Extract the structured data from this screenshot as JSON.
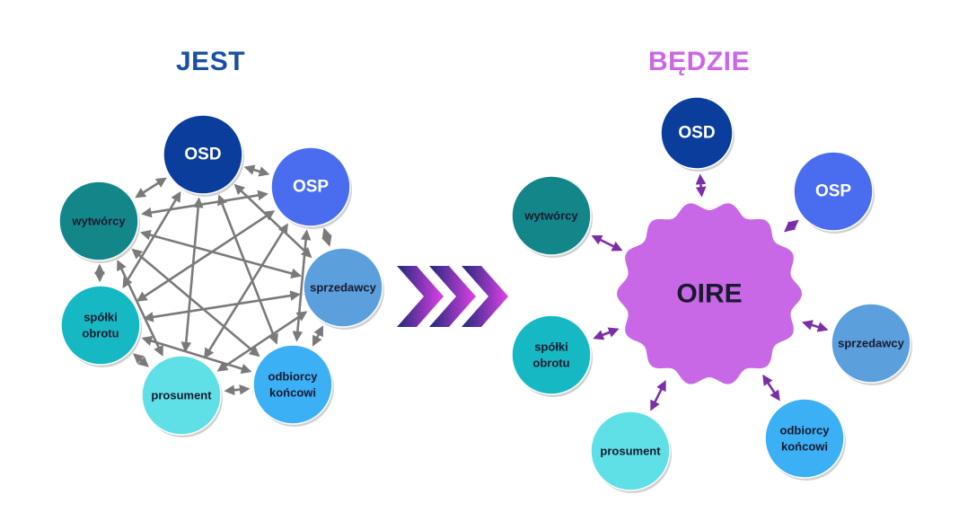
{
  "left": {
    "title": "JEST",
    "title_color": "#1a4fa3",
    "arrow_color": "#7a7a7a",
    "nodes": [
      {
        "id": "osd",
        "lines": [
          "OSD"
        ],
        "color": "#0a3d9c",
        "text_color": "#ffffff"
      },
      {
        "id": "osp",
        "lines": [
          "OSP"
        ],
        "color": "#4a6df0",
        "text_color": "#ffffff"
      },
      {
        "id": "wytworcy",
        "lines": [
          "wytwórcy"
        ],
        "color": "#13868a",
        "text_color": "#1a1a2e"
      },
      {
        "id": "sprzedawcy",
        "lines": [
          "sprzedawcy"
        ],
        "color": "#5b9fdd",
        "text_color": "#1a1a2e"
      },
      {
        "id": "spolki",
        "lines": [
          "spółki",
          "obrotu"
        ],
        "color": "#16b8c3",
        "text_color": "#1a1a2e"
      },
      {
        "id": "odbiorcy",
        "lines": [
          "odbiorcy",
          "końcowi"
        ],
        "color": "#3bb0f5",
        "text_color": "#1a1a2e"
      },
      {
        "id": "prosument",
        "lines": [
          "prosument"
        ],
        "color": "#5ee0e6",
        "text_color": "#1a1a2e"
      }
    ]
  },
  "right": {
    "title": "BĘDZIE",
    "title_color": "#cc66e6",
    "hub_label": "OIRE",
    "hub_color": "#c868e6",
    "arrow_color": "#7a2fa8",
    "nodes": [
      {
        "id": "osd",
        "lines": [
          "OSD"
        ],
        "color": "#0a3d9c",
        "text_color": "#ffffff"
      },
      {
        "id": "osp",
        "lines": [
          "OSP"
        ],
        "color": "#4a6df0",
        "text_color": "#ffffff"
      },
      {
        "id": "wytworcy",
        "lines": [
          "wytwórcy"
        ],
        "color": "#13868a",
        "text_color": "#1a1a2e"
      },
      {
        "id": "sprzedawcy",
        "lines": [
          "sprzedawcy"
        ],
        "color": "#5b9fdd",
        "text_color": "#1a1a2e"
      },
      {
        "id": "spolki",
        "lines": [
          "spółki",
          "obrotu"
        ],
        "color": "#16b8c3",
        "text_color": "#1a1a2e"
      },
      {
        "id": "odbiorcy",
        "lines": [
          "odbiorcy",
          "końcowi"
        ],
        "color": "#3bb0f5",
        "text_color": "#1a1a2e"
      },
      {
        "id": "prosument",
        "lines": [
          "prosument"
        ],
        "color": "#5ee0e6",
        "text_color": "#1a1a2e"
      }
    ]
  },
  "transition": {
    "chevron_color_dark": "#1f2a7a",
    "chevron_color_light": "#e040e8"
  }
}
